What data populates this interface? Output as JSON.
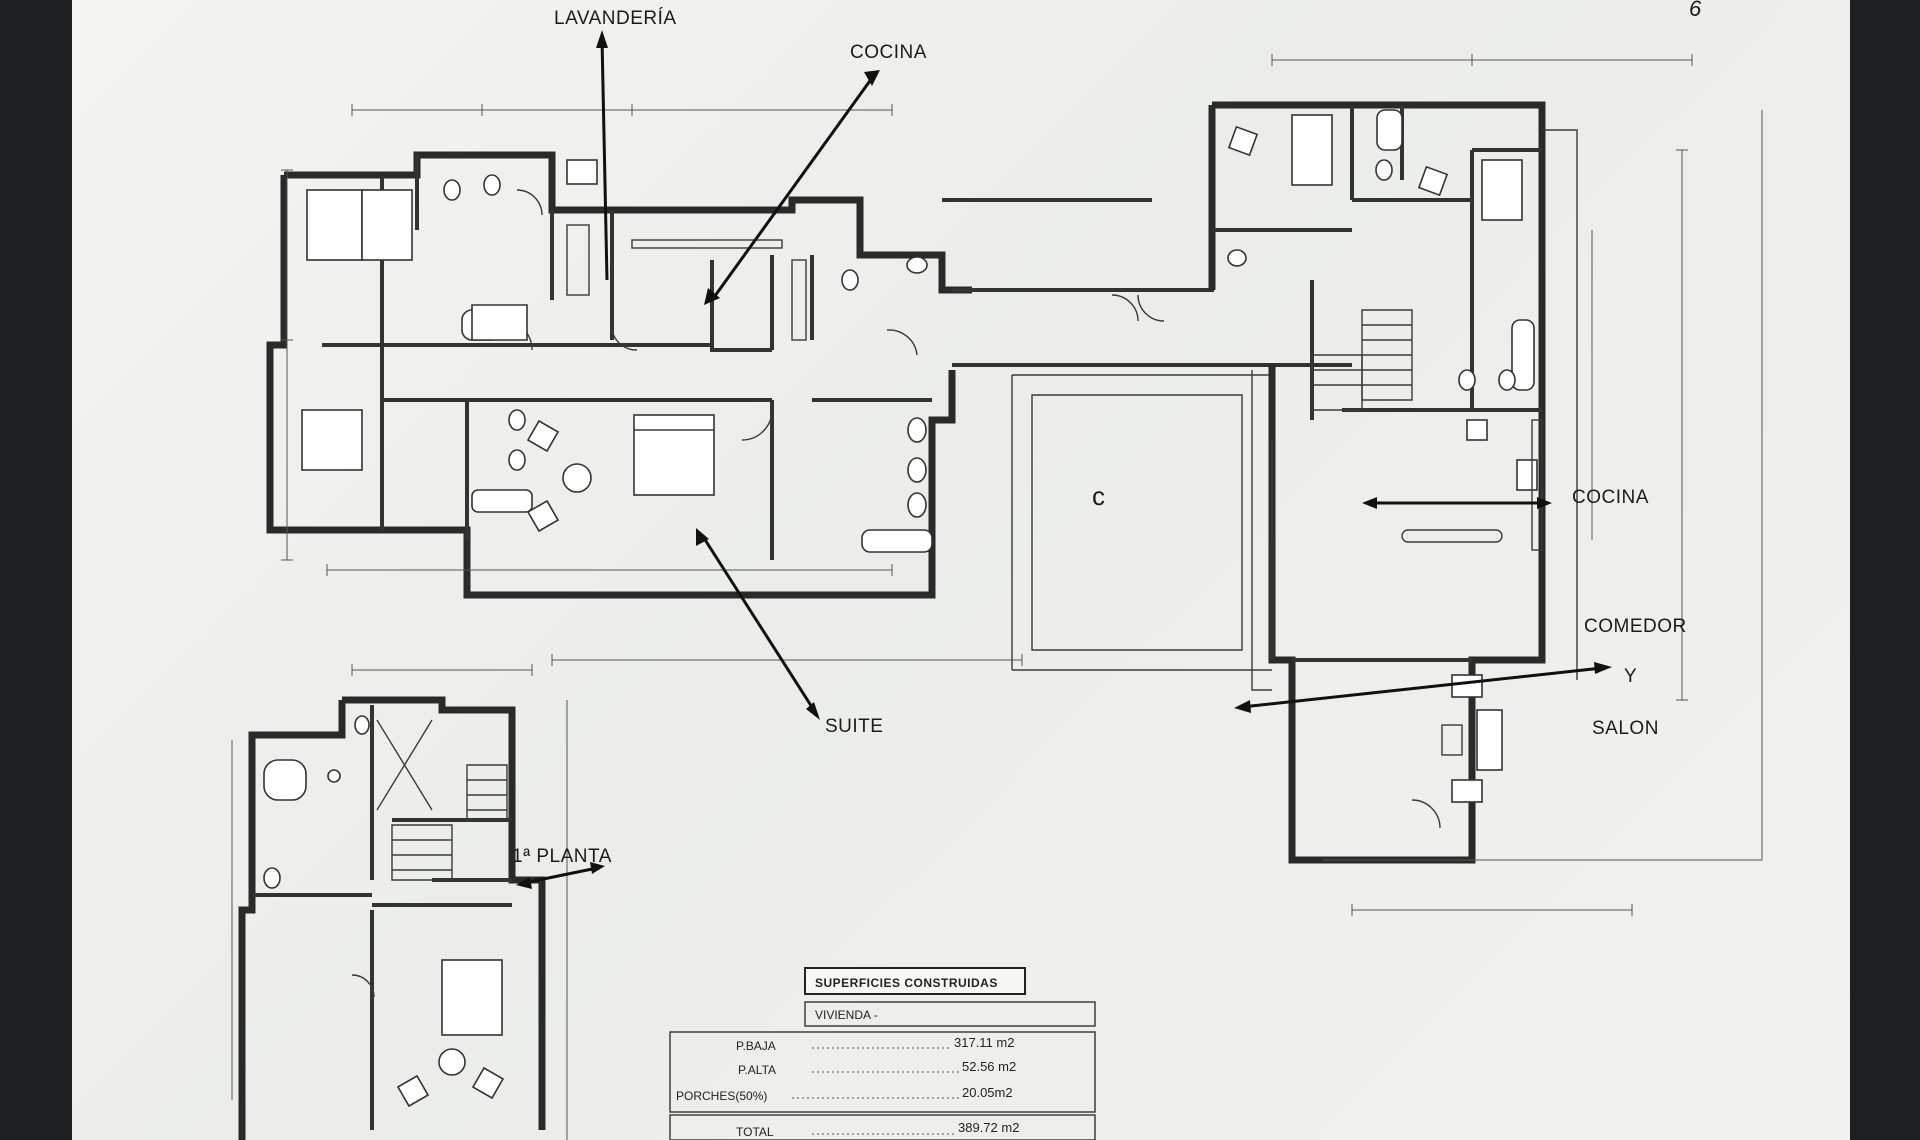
{
  "labels": {
    "lavanderia": "LAVANDERÍA",
    "cocina_left": "COCINA",
    "cocina_right": "COCINA",
    "suite": "SUITE",
    "comedor_1": "COMEDOR",
    "comedor_2": "Y",
    "comedor_3": "SALON",
    "planta": "1ª PLANTA",
    "corner_mark": "6"
  },
  "table": {
    "title": "SUPERFICIES CONSTRUIDAS",
    "subtitle": "VIVIENDA -",
    "rows": [
      {
        "label": "P.BAJA",
        "value": "317.11 m2"
      },
      {
        "label": "P.ALTA",
        "value": "52.56 m2"
      },
      {
        "label": "PORCHES(50%)",
        "value": "20.05m2"
      }
    ],
    "total_label": "TOTAL",
    "total_value": "389.72 m2"
  }
}
